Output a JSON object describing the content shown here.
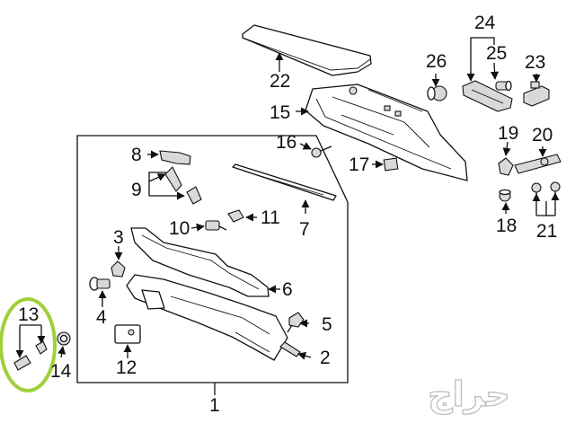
{
  "callouts": {
    "c1": "1",
    "c2": "2",
    "c3": "3",
    "c4": "4",
    "c5": "5",
    "c6": "6",
    "c7": "7",
    "c8": "8",
    "c9": "9",
    "c10": "10",
    "c11": "11",
    "c12": "12",
    "c13": "13",
    "c14": "14",
    "c15": "15",
    "c16": "16",
    "c17": "17",
    "c18": "18",
    "c19": "19",
    "c20": "20",
    "c21": "21",
    "c22": "22",
    "c23": "23",
    "c24": "24",
    "c25": "25",
    "c26": "26"
  },
  "highlight_color": "#9ed13a",
  "watermark": "حراج"
}
